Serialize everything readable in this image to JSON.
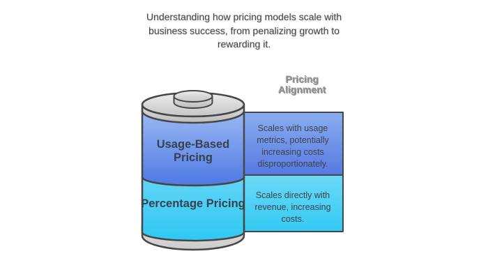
{
  "title": "Understanding how pricing models scale with business success, from penalizing growth to rewarding it.",
  "column_header": "Pricing Alignment",
  "segments": [
    {
      "label": "Usage-Based Pricing",
      "alignment": "Scales with usage metrics, potentially increasing costs disproportionately."
    },
    {
      "label": "Percentage Pricing",
      "alignment": "Scales directly with revenue, increasing costs."
    }
  ],
  "colors": {
    "outline": "#464646",
    "usage_top": "#9ab9f3",
    "usage_bottom": "#4f79e4",
    "percentage_top": "#62d4f5",
    "percentage_bottom": "#2fc8f4",
    "box_usage_top": "#8aaef1",
    "box_usage_bottom": "#5679e0",
    "box_percentage_top": "#6cd9f6",
    "box_percentage_bottom": "#33c9f4",
    "metal_top": "#ececec",
    "metal_bottom": "#c6c6c6",
    "rim_top": "#dedede",
    "rim_bottom": "#bdbdbd",
    "base_top": "#e2e2e2",
    "base_bottom": "#cbcbcb",
    "title_text": "#4a4a4a",
    "header_text": "#8f8f8f",
    "label_text": "#37414d",
    "body_text": "#3c424a"
  }
}
